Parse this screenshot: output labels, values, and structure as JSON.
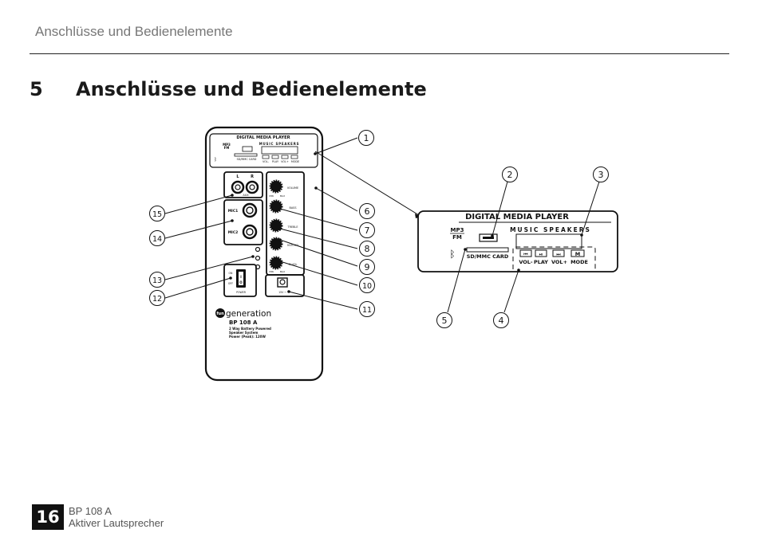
{
  "header": {
    "running_title": "Anschlüsse und Bedienelemente"
  },
  "section": {
    "number": "5",
    "title": "Anschlüsse und Bedienelemente"
  },
  "back_panel": {
    "player_title": "DIGITAL MEDIA PLAYER",
    "mp3": "MP3",
    "fm": "FM",
    "music_speakers": "MUSIC SPEAKERS",
    "sd_card": "SD/MMC CARD",
    "vol_minus": "VOL-",
    "play": "PLAY",
    "vol_plus": "VOL+",
    "mode": "MODE",
    "aux_l": "L",
    "aux_r": "R",
    "aux": "AUX",
    "mic1": "MIC1",
    "mic2": "MIC2",
    "volume": "VOLUME",
    "bass": "BASS",
    "treble": "TREBLE",
    "echo": "M.ECHO",
    "mvol": "M.VOL",
    "min": "MIN",
    "max": "MAX",
    "on": "ON",
    "off": "OFF",
    "power": "POWER",
    "dc_in": "15V ⎓",
    "brand_fun": "fun",
    "brand_generation": "generation",
    "model": "BP 108 A",
    "desc_1": "2 Way Battery Powered",
    "desc_2": "Speaker System",
    "desc_3": "Power (Peak): 120W"
  },
  "detail_panel": {
    "title": "DIGITAL MEDIA PLAYER",
    "mp3": "MP3",
    "fm": "FM",
    "music_speakers": "MUSIC SPEAKERS",
    "sd_card": "SD/MMC CARD",
    "vol_minus": "VOL-",
    "play": "PLAY",
    "vol_plus": "VOL+",
    "mode": "MODE",
    "mode_key": "M"
  },
  "callouts": [
    "1",
    "2",
    "3",
    "4",
    "5",
    "6",
    "7",
    "8",
    "9",
    "10",
    "11",
    "12",
    "13",
    "14",
    "15"
  ],
  "footer": {
    "page_number": "16",
    "model": "BP 108 A",
    "description": "Aktiver Lautsprecher"
  }
}
